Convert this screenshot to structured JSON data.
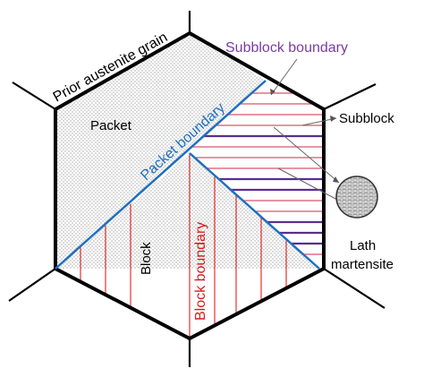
{
  "labels": {
    "prior_austenite_grain": "Prior austenite grain",
    "subblock_boundary": "Subblock boundary",
    "subblock": "Subblock",
    "packet": "Packet",
    "packet_boundary": "Packet boundary",
    "block": "Block",
    "block_boundary": "Block boundary",
    "lath_line1": "Lath",
    "lath_line2": "martensite"
  },
  "colors": {
    "outline": "#000000",
    "packet_boundary": "#1f6fbf",
    "block_lines": "#e8312f",
    "block_boundary_text": "#d7191c",
    "subblock_lines_red": "#d9536a",
    "subblock_lines_purple": "#5b2d8e",
    "subblock_boundary_text": "#7a3aa7",
    "dots": "#555555"
  }
}
